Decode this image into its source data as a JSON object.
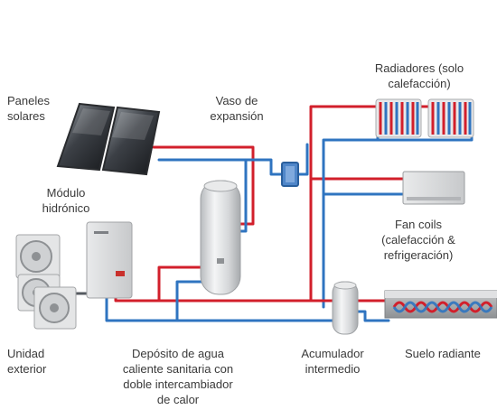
{
  "labels": {
    "paneles": "Paneles\nsolares",
    "vaso": "Vaso de\nexpansión",
    "radiadores": "Radiadores (solo\ncalefacción)",
    "modulo": "Módulo\nhidrónico",
    "fancoils": "Fan coils\n(calefacción &\nrefrigeración)",
    "unidad": "Unidad\nexterior",
    "deposito": "Depósito de agua\ncaliente sanitaria con\ndoble intercambiador\nde calor",
    "acumulador": "Acumulador\nintermedio",
    "suelo": "Suelo radiante"
  },
  "colors": {
    "hot_pipe": "#d21f2b",
    "cold_pipe": "#2f74c0",
    "text": "#3a3a3a"
  }
}
